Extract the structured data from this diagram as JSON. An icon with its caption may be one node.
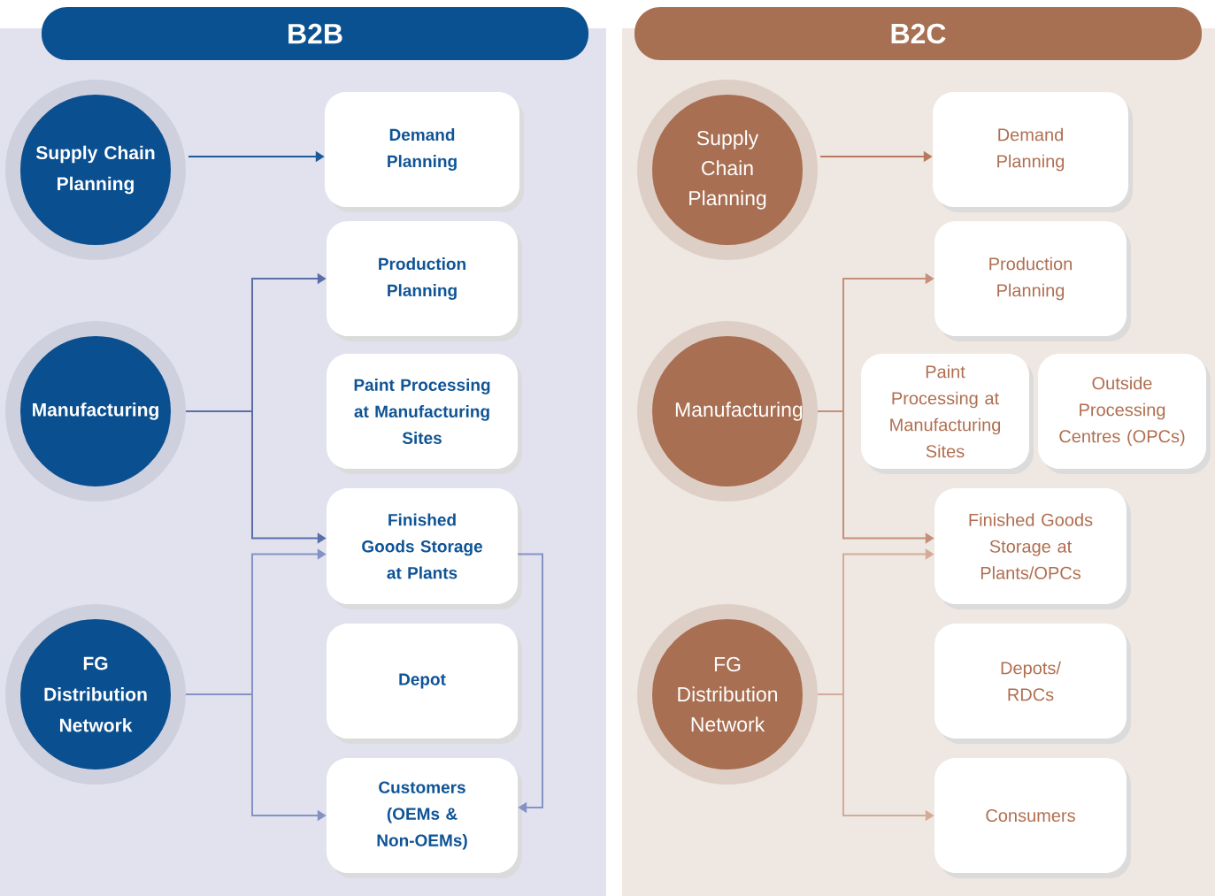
{
  "diagram": {
    "nodes": [
      {
        "text": [
          "B2B"
        ]
      },
      {
        "text": [
          "Supply Chain Planning"
        ],
        "in": 0
      },
      {
        "text": [
          "Manufacturing"
        ],
        "in": 0
      },
      {
        "text": [
          "FG Distribution Network"
        ],
        "in": 0
      },
      {
        "text": [
          "Demand Planning"
        ],
        "in": 0
      },
      {
        "text": [
          "Production Planning"
        ],
        "in": 0
      },
      {
        "text": [
          "Paint Processing at Manufacturing Sites"
        ],
        "in": 0
      },
      {
        "text": [
          "Finished Goods Storage at Plants"
        ],
        "in": 0
      },
      {
        "text": [
          "Depot"
        ],
        "in": 0
      },
      {
        "text": [
          "Customers (OEMs & Non-OEMs)"
        ],
        "in": 0
      },
      {
        "text": [
          "B2C"
        ]
      },
      {
        "text": [
          "Supply Chain Planning"
        ],
        "in": 10
      },
      {
        "text": [
          "Manufacturing"
        ],
        "in": 10
      },
      {
        "text": [
          "FG Distribution Network"
        ],
        "in": 10
      },
      {
        "text": [
          "Demand Planning"
        ],
        "in": 10
      },
      {
        "text": [
          "Production Planning"
        ],
        "in": 10
      },
      {
        "text": [
          "Paint Processing at Manufacturing Sites"
        ],
        "in": 10
      },
      {
        "text": [
          "Outside Processing Centres (OPCs)"
        ],
        "in": 10
      },
      {
        "text": [
          "Finished Goods Storage at Plants/OPCs"
        ],
        "in": 10
      },
      {
        "text": [
          "Depots/ RDCs"
        ],
        "in": 10
      },
      {
        "text": [
          "Consumers"
        ],
        "in": 10
      }
    ],
    "edges": [
      {
        "from": 1,
        "to": 4,
        "arrow": "to",
        "color": "#1f5a98"
      },
      {
        "from": 2,
        "to": 5,
        "arrow": "to",
        "color": "#5a6ea8"
      },
      {
        "from": 2,
        "to": 7,
        "arrow": "to",
        "color": "#5a6ea8"
      },
      {
        "from": 3,
        "to": 7,
        "arrow": "to",
        "color": "#8592c6"
      },
      {
        "from": 3,
        "to": 9,
        "arrow": "to",
        "color": "#8592c6"
      },
      {
        "from": 7,
        "to": 9,
        "arrow": "to",
        "color": "#8592c6"
      },
      {
        "from": 11,
        "to": 14,
        "arrow": "to",
        "color": "#b87a5e"
      },
      {
        "from": 12,
        "to": 15,
        "arrow": "to",
        "color": "#c4907a"
      },
      {
        "from": 12,
        "to": 18,
        "arrow": "to",
        "color": "#c4907a"
      },
      {
        "from": 13,
        "to": 18,
        "arrow": "to",
        "color": "#d4ab98"
      },
      {
        "from": 13,
        "to": 20,
        "arrow": "to",
        "color": "#d4ab98"
      }
    ]
  }
}
